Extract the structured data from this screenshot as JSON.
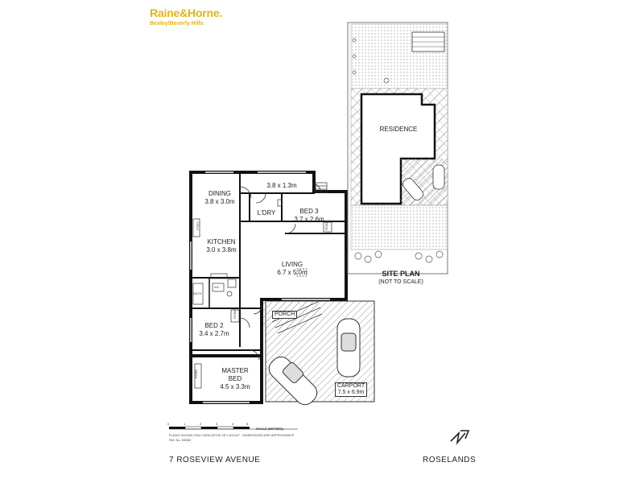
{
  "brand": {
    "name": "Raine&Horne.",
    "office": "Bexley/Beverly Hills"
  },
  "rooms": {
    "store": {
      "dims": "3.8 x 1.3m"
    },
    "dining": {
      "name": "DINING",
      "dims": "3.8 x 3.0m"
    },
    "laundry": {
      "name": "L'DRY"
    },
    "bed3": {
      "name": "BED 3",
      "dims": "3.7 x 2.6m"
    },
    "kitchen": {
      "name": "KITCHEN",
      "dims": "3.0 x 3.8m"
    },
    "living": {
      "name": "LIVING",
      "dims": "6.7 x 5.0m"
    },
    "bed2": {
      "name": "BED 2",
      "dims": "3.4 x 2.7m"
    },
    "master": {
      "name": "MASTER",
      "name2": "BED",
      "dims": "4.5 x 3.3m"
    },
    "porch": {
      "name": "PORCH"
    },
    "carport": {
      "name": "CARPORT",
      "dims": "7.5 x 6.9m"
    }
  },
  "fixtures": {
    "robe": "ROBE",
    "pntry": "PTRY",
    "bath": "BATH",
    "wc": "WC"
  },
  "site_plan": {
    "residence": "RESIDENCE",
    "title": "SITE PLAN",
    "note": "(NOT TO SCALE)"
  },
  "scale": {
    "ticks": [
      "0",
      "1",
      "2",
      "3",
      "4",
      "5"
    ],
    "label": "SCALE (METRES)",
    "disclaimer": "PLANS SHOWN ONLY INDICATIVE OF LAYOUT - DIMENSIONS ARE APPROXIMATE",
    "ref": "Ref. No. 63565"
  },
  "address": {
    "street": "7 ROSEVIEW AVENUE",
    "suburb": "ROSELANDS"
  }
}
